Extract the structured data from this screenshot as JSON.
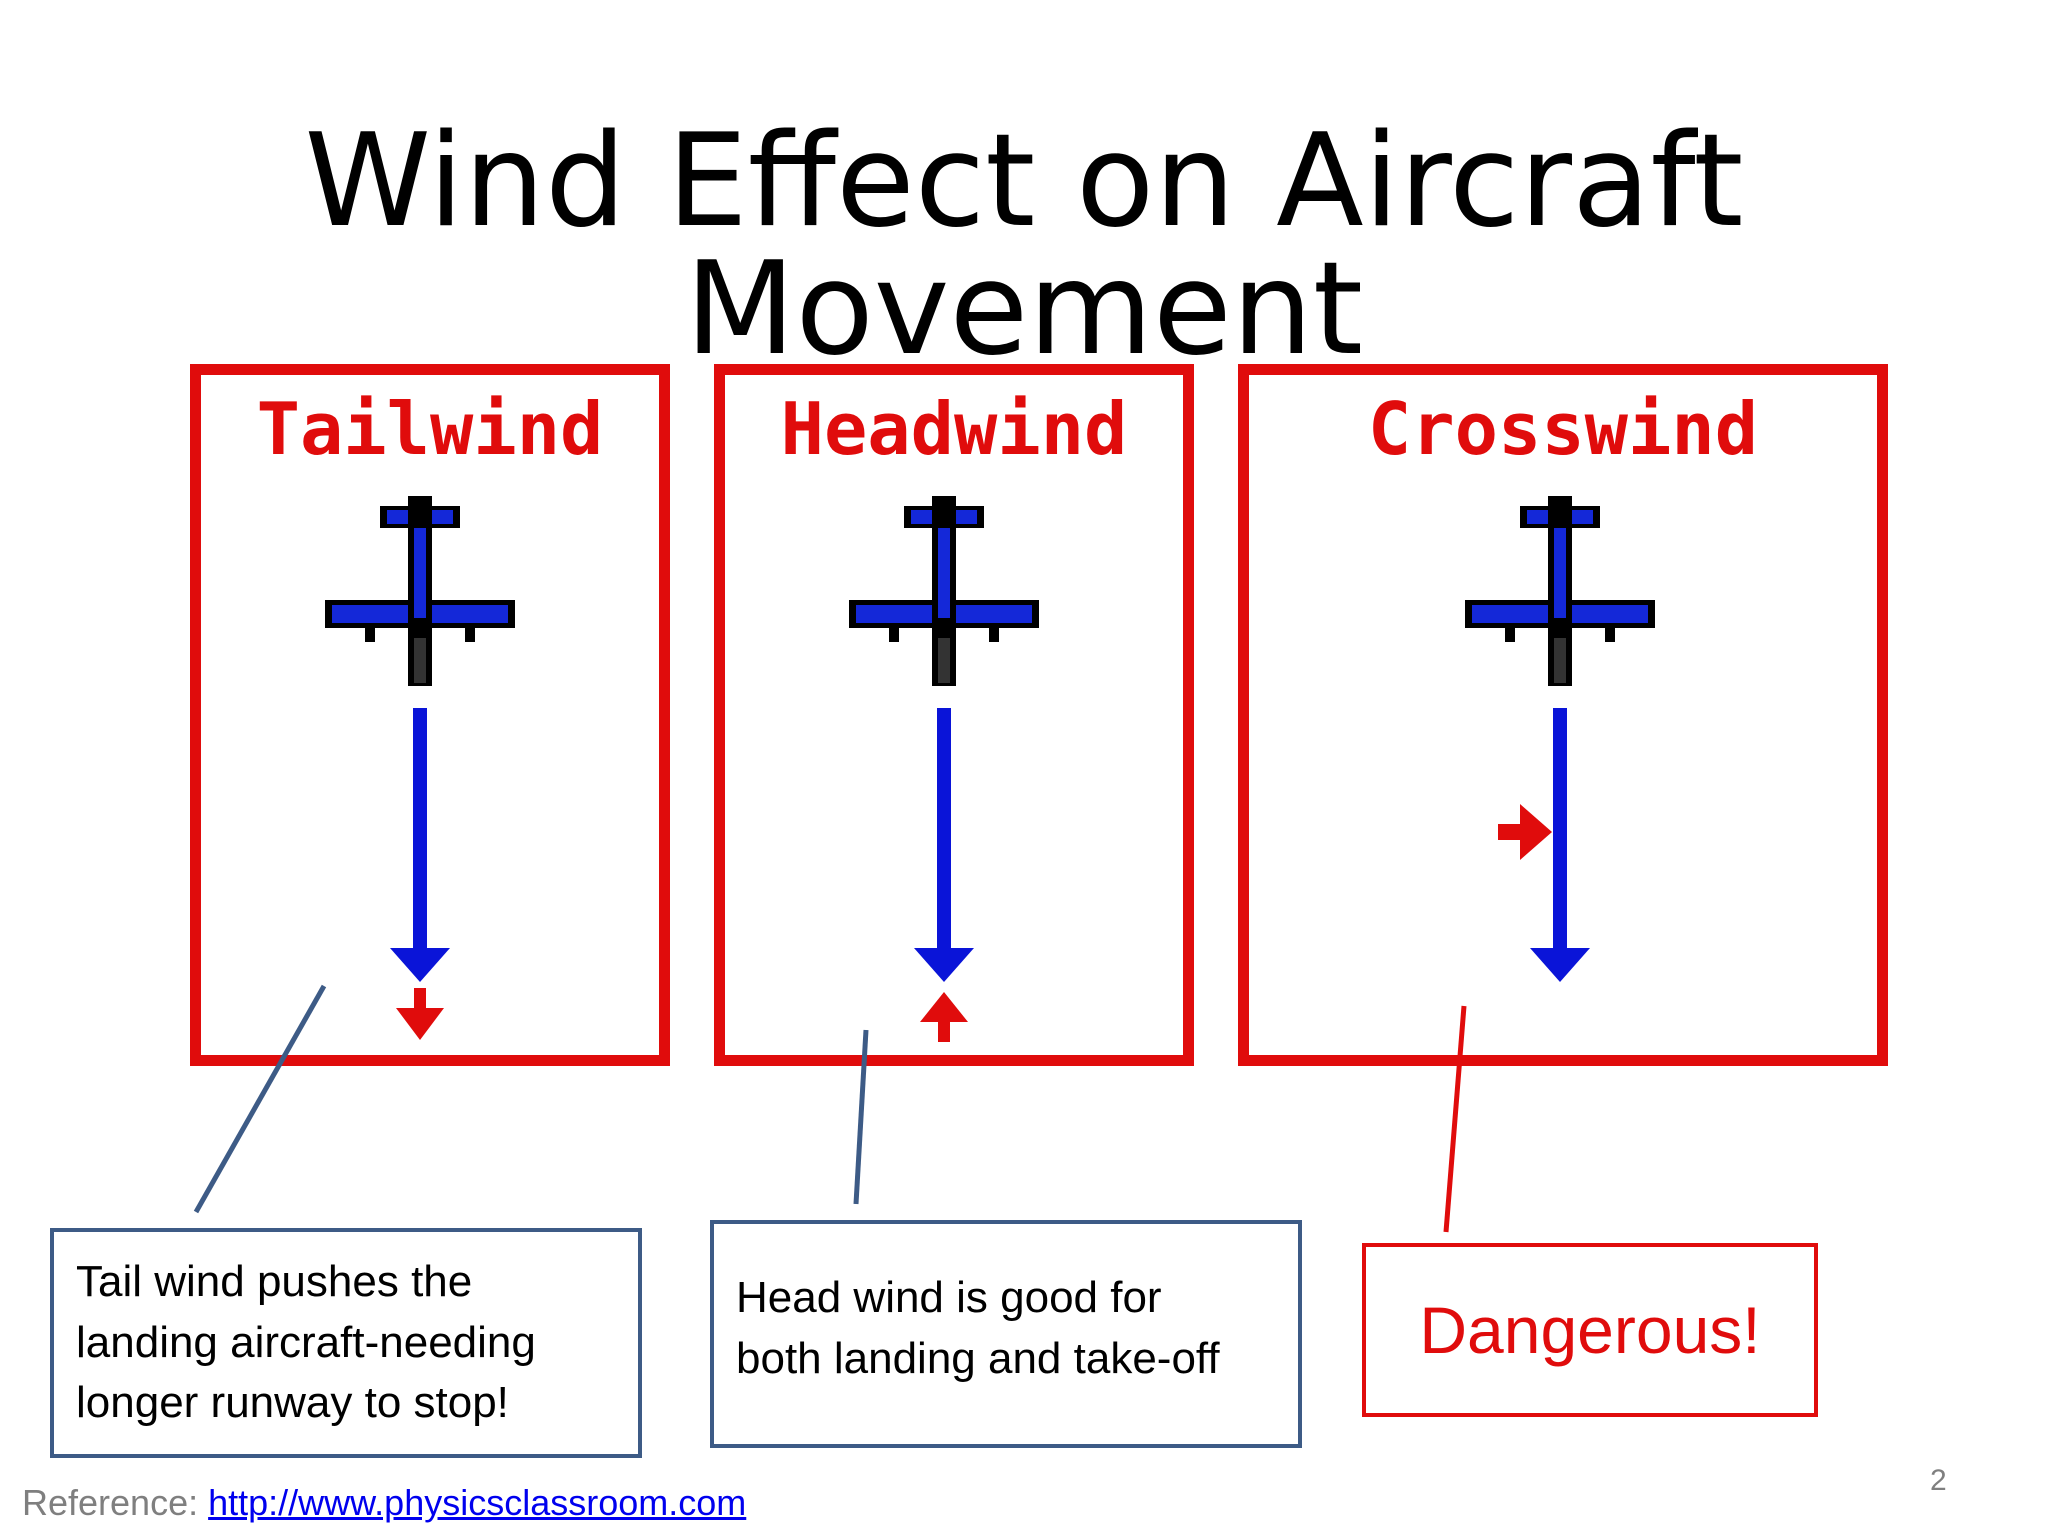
{
  "slide": {
    "title": "Wind Effect on Aircraft Movement",
    "page_number": "2"
  },
  "panels": [
    {
      "id": "tailwind",
      "title": "Tailwind",
      "wind_direction": "down"
    },
    {
      "id": "headwind",
      "title": "Headwind",
      "wind_direction": "up"
    },
    {
      "id": "crosswind",
      "title": "Crosswind",
      "wind_direction": "right"
    }
  ],
  "callouts": {
    "tailwind": [
      "Tail wind pushes the",
      "landing aircraft-needing",
      "longer runway to stop!"
    ],
    "headwind": [
      "Head wind is good for",
      "both landing and take-off"
    ],
    "crosswind": "Dangerous!"
  },
  "reference": {
    "label": "Reference: ",
    "url": "http://www.physicsclassroom.com"
  },
  "colors": {
    "frame_red": "#e00c0c",
    "motion_blue": "#0a14d8",
    "callout_border": "#3d5b86"
  }
}
